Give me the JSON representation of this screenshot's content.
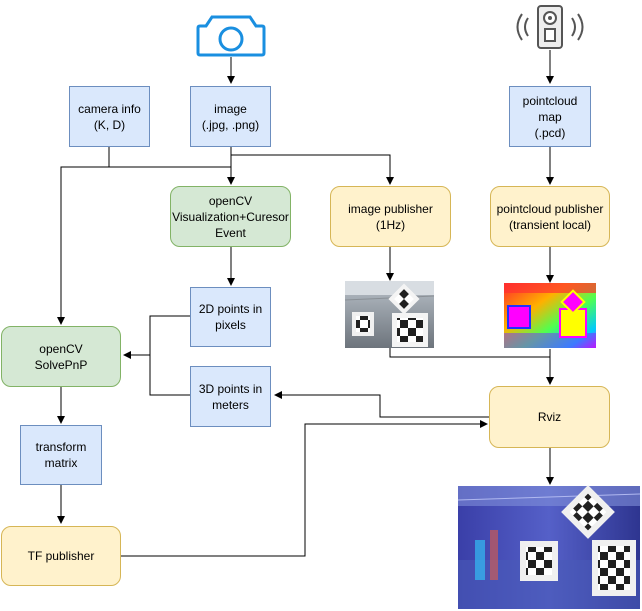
{
  "nodes": {
    "camera_info": "camera info\n(K, D)",
    "image": "image\n(.jpg, .png)",
    "pointcloud_map": "pointcloud\nmap\n(.pcd)",
    "opencv_vis": "openCV\nVisualization+Curesor\nEvent",
    "image_publisher": "image publisher\n(1Hz)",
    "pointcloud_publisher": "pointcloud publisher\n(transient local)",
    "points_2d": "2D points in\npixels",
    "points_3d": "3D points in\nmeters",
    "solvepnp": "openCV\nSolvePnP",
    "transform_matrix": "transform\nmatrix",
    "tf_publisher": "TF publisher",
    "rviz": "Rviz"
  },
  "colors": {
    "blue_fill": "#dae8fc",
    "blue_stroke": "#6c8ebf",
    "green_fill": "#d5e8d4",
    "green_stroke": "#82b366",
    "yellow_fill": "#fff2cc",
    "yellow_stroke": "#d6b656",
    "camera_icon": "#1a8fe0"
  },
  "icons": {
    "camera": "camera-icon",
    "lidar": "lidar-sensor-icon"
  }
}
